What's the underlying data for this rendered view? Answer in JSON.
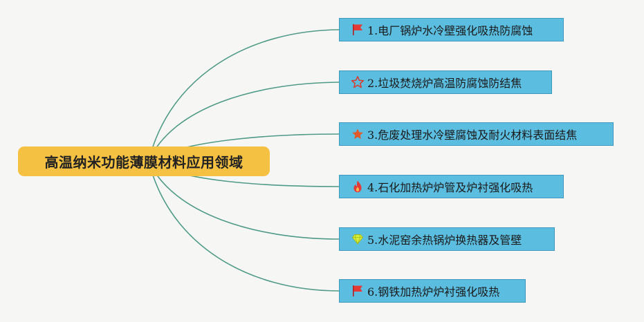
{
  "root": {
    "label": "高温纳米功能薄膜材料应用领域"
  },
  "branches": [
    {
      "label": "1.电厂锅炉水冷壁强化吸热防腐蚀",
      "icon": "red-flag-icon"
    },
    {
      "label": "2.垃圾焚烧炉高温防腐蚀防结焦",
      "icon": "star-outline-icon"
    },
    {
      "label": "3.危废处理水冷壁腐蚀及耐火材料表面结焦",
      "icon": "star-filled-icon"
    },
    {
      "label": "4.石化加热炉炉管及炉衬强化吸热",
      "icon": "fire-icon"
    },
    {
      "label": "5.水泥窑余热锅炉换热器及管壁",
      "icon": "gem-icon"
    },
    {
      "label": "6.钢铁加热炉炉衬强化吸热",
      "icon": "red-flag-icon"
    }
  ],
  "colors": {
    "root_fill": "#f5c142",
    "branch_fill": "#5bbde0",
    "branch_border": "#3f97bd",
    "connector": "#4e9a86",
    "background": "#f6f6f4"
  }
}
